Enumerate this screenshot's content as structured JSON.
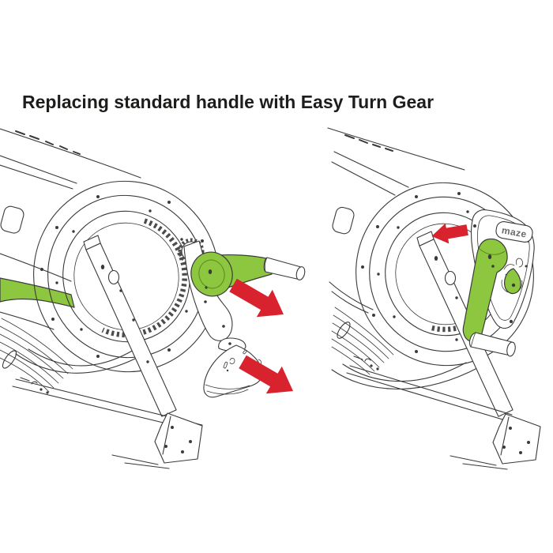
{
  "title": "Replacing standard handle with Easy Turn Gear",
  "brand": {
    "logo_text": "maze"
  },
  "colors": {
    "background": "#ffffff",
    "title_text": "#1d1d1b",
    "line_art": "#3a3a3a",
    "handle_green": "#8dc63f",
    "handle_green_dark": "#5c8f1f",
    "arrow_red": "#d8232f",
    "logo_gray": "#6a6a6a"
  },
  "panels": {
    "left": {
      "id": "remove-standard-handle",
      "parts": [
        "composter-drum",
        "ring-gear",
        "pinion-gear",
        "standard-crank-handle",
        "handle-grip",
        "end-cover",
        "stand-leg",
        "foot-plate",
        "green-drum-stripe"
      ],
      "arrows": [
        {
          "name": "remove-handle-arrow",
          "direction": "down-right",
          "color": "#d8232f"
        },
        {
          "name": "remove-cover-arrow",
          "direction": "down-right",
          "color": "#d8232f"
        }
      ]
    },
    "right": {
      "id": "install-easy-turn-gear",
      "parts": [
        "composter-drum",
        "ring-gear",
        "easy-turn-gear-housing",
        "maze-logo",
        "locking-knob",
        "crank-arm",
        "handle-grip",
        "stand-leg",
        "foot-plate"
      ],
      "arrows": [
        {
          "name": "install-arrow",
          "direction": "left",
          "color": "#d8232f"
        }
      ]
    }
  }
}
